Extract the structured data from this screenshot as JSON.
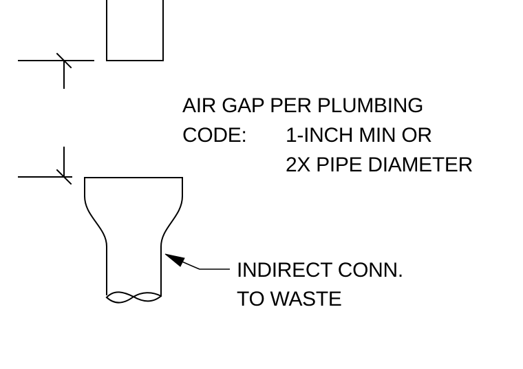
{
  "notes": {
    "air_gap": {
      "line1": "AIR GAP PER PLUMBING",
      "line2_label": "CODE:",
      "line2_value": "1-INCH MIN OR",
      "line3_value": "2X PIPE DIAMETER"
    },
    "indirect": {
      "line1": "INDIRECT CONN.",
      "line2": "TO WASTE"
    }
  },
  "colors": {
    "ink": "#000000",
    "paper": "#ffffff"
  }
}
